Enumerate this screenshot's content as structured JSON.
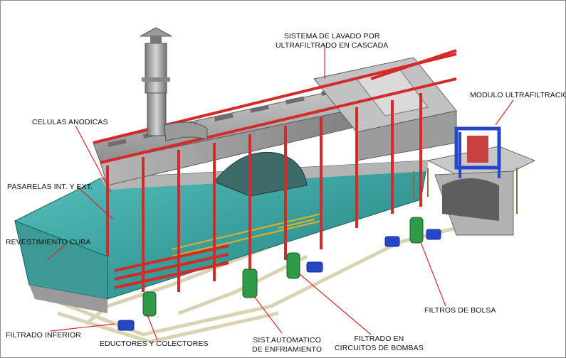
{
  "labels": {
    "sistema_lavado": {
      "line1": "SISTEMA DE LAVADO POR",
      "line2": "ULTRAFILTRADO EN CASCADA"
    },
    "modulo_ultrafiltracion": "MODULO ULTRAFILTRACION",
    "celulas_anodicas": "CELULAS ANODICAS",
    "pasarelas": "PASARELAS INT. Y EXT.",
    "revestimiento_cuba": "REVESTIMIENTO CUBA",
    "filtrado_inferior": "FILTRADO INFERIOR",
    "eductores": "EDUCTORES Y COLECTORES",
    "enfriamiento": {
      "line1": "SIST.AUTOMATICO",
      "line2": "DE ENFRIAMIENTO"
    },
    "filtrado_bombas": {
      "line1": "FILTRADO EN",
      "line2": "CIRCUITOS DE BOMBAS"
    },
    "filtros_bolsa": "FILTROS DE BOLSA"
  },
  "colors": {
    "frame_red": "#d42a2a",
    "tank_liquid": "#2fa6a0",
    "steel": "#a9a9a9",
    "pump_blue": "#2747c9",
    "filter_green": "#2f9a48",
    "pipe": "#d8d2b2"
  }
}
